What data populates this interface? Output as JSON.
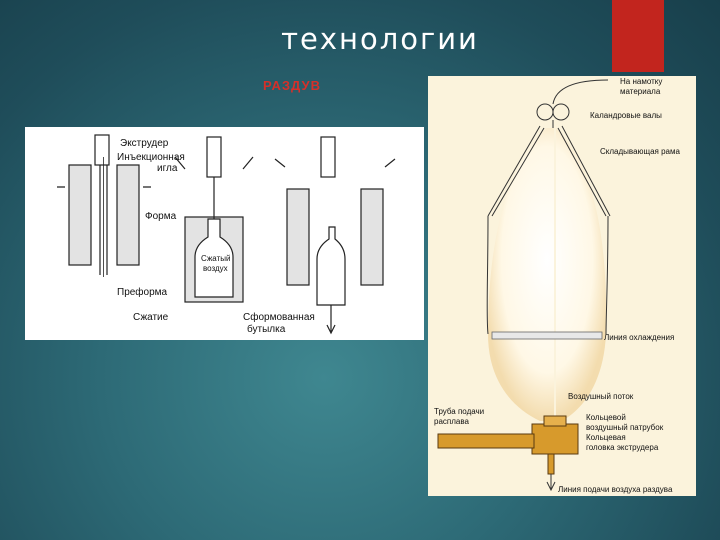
{
  "slide": {
    "title": "технологии",
    "subtitle": "РАЗДУВ"
  },
  "left_diagram": {
    "labels": {
      "extruder": "Экструдер",
      "injection_needle_1": "Инъекционная",
      "injection_needle_2": "игла",
      "mold": "Форма",
      "preform": "Преформа",
      "compression": "Сжатие",
      "compressed_air_1": "Сжатый",
      "compressed_air_2": "воздух",
      "formed_bottle_1": "Сформованная",
      "formed_bottle_2": "бутылка"
    }
  },
  "right_diagram": {
    "labels": {
      "winding_1": "На намотку",
      "winding_2": "материала",
      "calender_rolls": "Каландровые валы",
      "folding_frame": "Складывающая рама",
      "cooling_line": "Линия охлаждения",
      "air_flow": "Воздушный поток",
      "melt_pipe_1": "Труба подачи",
      "melt_pipe_2": "расплава",
      "ring_nozzle_1": "Кольцевой",
      "ring_nozzle_2": "воздушный патрубок",
      "ring_head_1": "Кольцевая",
      "ring_head_2": "головка экструдера",
      "air_supply_line": "Линия подачи воздуха раздува"
    },
    "colors": {
      "bubble": "#fffdf4",
      "background": "#fbf3dc",
      "die": "#d79a2c"
    }
  }
}
